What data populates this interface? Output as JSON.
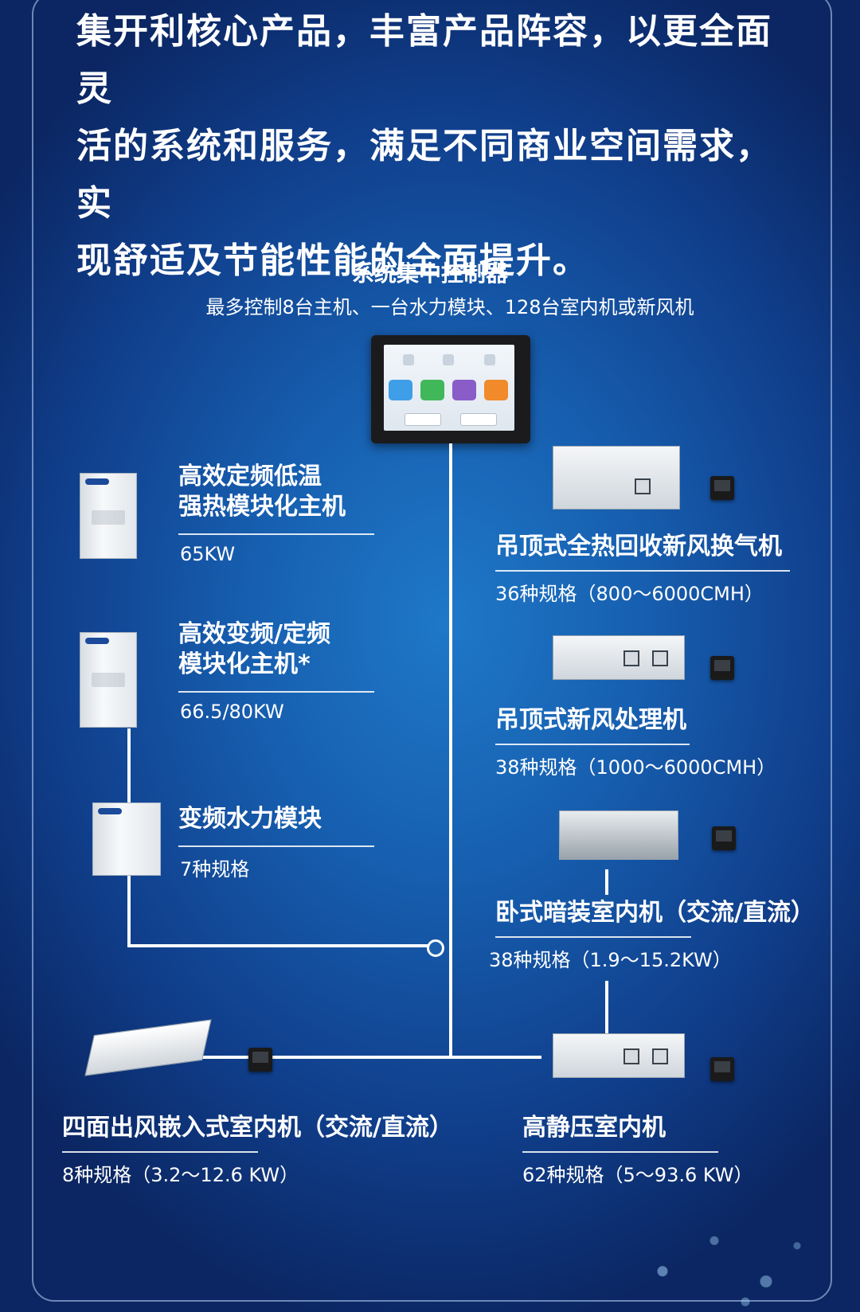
{
  "intro": {
    "line1": "集开利核心产品，丰富产品阵容，以更全面灵",
    "line2": "活的系统和服务，满足不同商业空间需求，实",
    "line3": "现舒适及节能性能的全面提升。"
  },
  "controller": {
    "title": "系统集中控制器",
    "subtitle": "最多控制8台主机、一台水力模块、128台室内机或新风机",
    "icon": "touch-panel-icon"
  },
  "left_products": [
    {
      "name_line1": "高效定频低温",
      "name_line2": "强热模块化主机",
      "spec": "65KW"
    },
    {
      "name_line1": "高效变频/定频",
      "name_line2": "模块化主机*",
      "spec": "66.5/80KW"
    },
    {
      "name_line1": "变频水力模块",
      "spec": "7种规格"
    }
  ],
  "right_products": [
    {
      "name": "吊顶式全热回收新风换气机",
      "spec": "36种规格（800～6000CMH）"
    },
    {
      "name": "吊顶式新风处理机",
      "spec": "38种规格（1000～6000CMH）"
    },
    {
      "name": "卧式暗装室内机（交流/直流）",
      "spec": "38种规格（1.9～15.2KW）"
    },
    {
      "name": "高静压室内机",
      "spec": "62种规格（5～93.6 KW）"
    }
  ],
  "bottom_left": {
    "name": "四面出风嵌入式室内机（交流/直流）",
    "spec": "8种规格（3.2～12.6 KW）"
  },
  "colors": {
    "background": "#175fb0",
    "line": "#ffffff",
    "frame": "#bed7ff"
  }
}
